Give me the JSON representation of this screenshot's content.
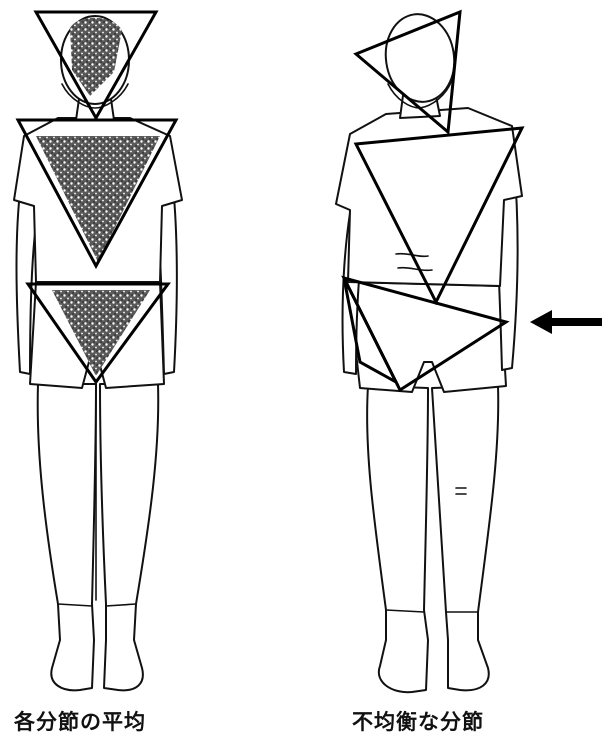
{
  "figures": [
    {
      "id": "balanced",
      "caption": "各分節の平均"
    },
    {
      "id": "unbalanced",
      "caption": "不均衡な分節"
    }
  ],
  "arrow": {
    "direction": "left"
  },
  "colors": {
    "ink": "#111111",
    "background": "#ffffff",
    "shading": "#000000"
  }
}
